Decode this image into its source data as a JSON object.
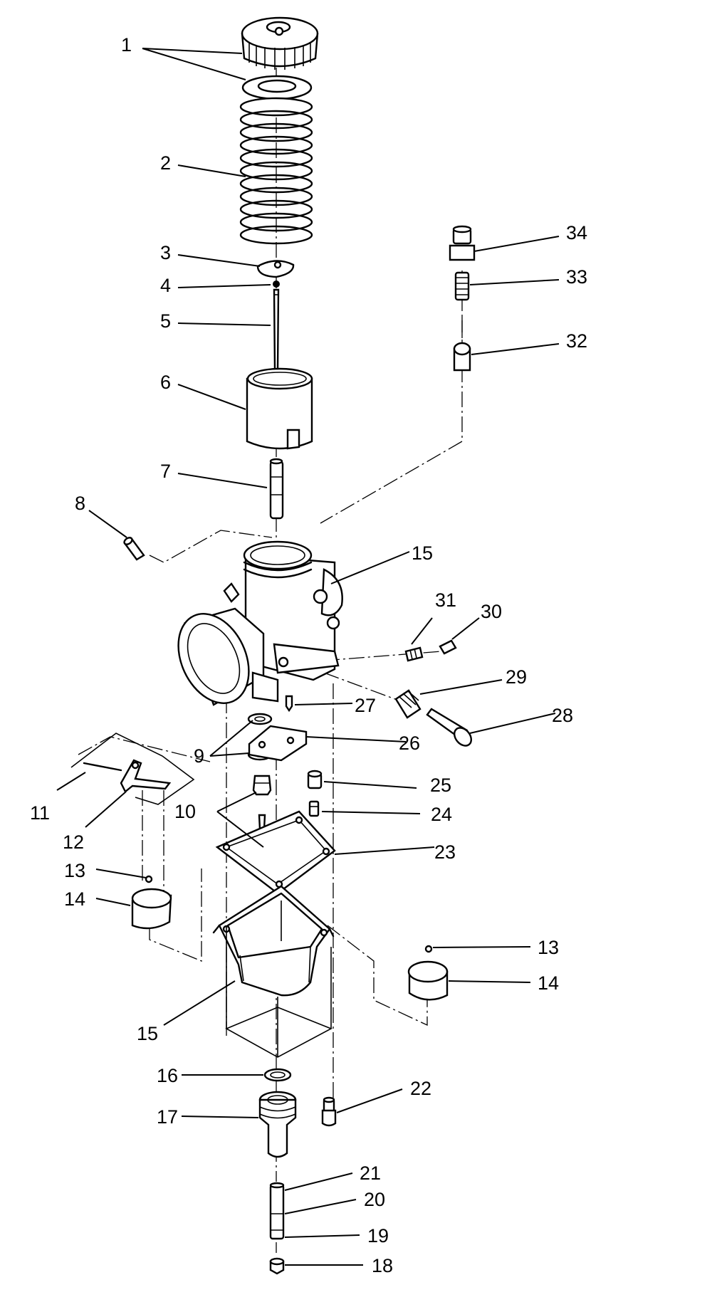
{
  "callouts": [
    {
      "id": "c1",
      "text": "1"
    },
    {
      "id": "c2",
      "text": "2"
    },
    {
      "id": "c3",
      "text": "3"
    },
    {
      "id": "c4",
      "text": "4"
    },
    {
      "id": "c5",
      "text": "5"
    },
    {
      "id": "c6",
      "text": "6"
    },
    {
      "id": "c7",
      "text": "7"
    },
    {
      "id": "c8",
      "text": "8"
    },
    {
      "id": "c9",
      "text": "9"
    },
    {
      "id": "c10",
      "text": "10"
    },
    {
      "id": "c11",
      "text": "11"
    },
    {
      "id": "c12",
      "text": "12"
    },
    {
      "id": "c13a",
      "text": "13"
    },
    {
      "id": "c13b",
      "text": "13"
    },
    {
      "id": "c14a",
      "text": "14"
    },
    {
      "id": "c14b",
      "text": "14"
    },
    {
      "id": "c15a",
      "text": "15"
    },
    {
      "id": "c15b",
      "text": "15"
    },
    {
      "id": "c16",
      "text": "16"
    },
    {
      "id": "c17",
      "text": "17"
    },
    {
      "id": "c18",
      "text": "18"
    },
    {
      "id": "c19",
      "text": "19"
    },
    {
      "id": "c20",
      "text": "20"
    },
    {
      "id": "c21",
      "text": "21"
    },
    {
      "id": "c22",
      "text": "22"
    },
    {
      "id": "c23",
      "text": "23"
    },
    {
      "id": "c24",
      "text": "24"
    },
    {
      "id": "c25",
      "text": "25"
    },
    {
      "id": "c26",
      "text": "26"
    },
    {
      "id": "c27",
      "text": "27"
    },
    {
      "id": "c28",
      "text": "28"
    },
    {
      "id": "c29",
      "text": "29"
    },
    {
      "id": "c30",
      "text": "30"
    },
    {
      "id": "c31",
      "text": "31"
    },
    {
      "id": "c32",
      "text": "32"
    },
    {
      "id": "c33",
      "text": "33"
    },
    {
      "id": "c34",
      "text": "34"
    }
  ]
}
